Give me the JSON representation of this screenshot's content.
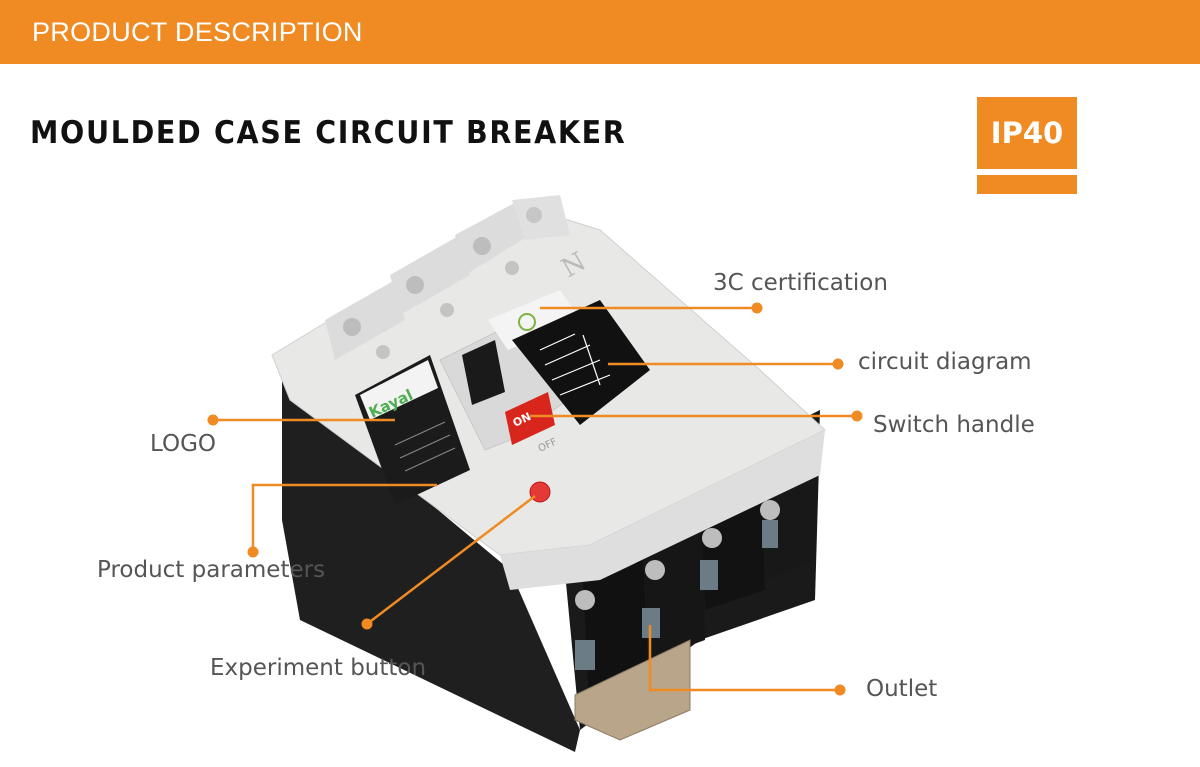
{
  "header": {
    "title": "PRODUCT DESCRIPTION"
  },
  "page_title": "MOULDED CASE CIRCUIT BREAKER",
  "ip_badge": {
    "label": "IP40"
  },
  "callouts": {
    "cert": "3C certification",
    "diagram": "circuit diagram",
    "switch": "Switch handle",
    "logo": "LOGO",
    "params": "Product parameters",
    "experiment": "Experiment button",
    "outlet": "Outlet"
  },
  "product": {
    "brand": "Kayal",
    "switch_on": "ON",
    "switch_off": "OFF",
    "neutral_mark": "N"
  },
  "colors": {
    "accent": "#f08a22",
    "label_text": "#555555",
    "breaker_body": "#e6e6e4",
    "breaker_base": "#1e1e1e"
  }
}
